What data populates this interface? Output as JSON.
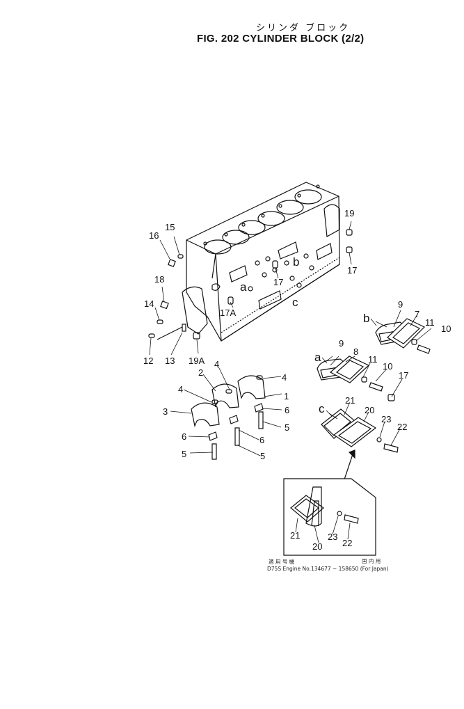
{
  "title_jp": "シリンダ ブロック",
  "title": "FIG. 202  CYLINDER BLOCK (2/2)",
  "notes": {
    "applicable_jp": "適 用 号 機",
    "japan_jp": "国 内 用",
    "applicability": "D75S Engine No.134677 ~ 158650  (For Japan)"
  },
  "callouts": {
    "c1": "1",
    "c2": "2",
    "c3": "3",
    "c4a": "4",
    "c4b": "4",
    "c4c": "4",
    "c5a": "5",
    "c5b": "5",
    "c5c": "5",
    "c6a": "6",
    "c6b": "6",
    "c6c": "6",
    "c7": "7",
    "c8": "8",
    "c9a": "9",
    "c9b": "9",
    "c10a": "10",
    "c10b": "10",
    "c11a": "11",
    "c11b": "11",
    "c12": "12",
    "c13": "13",
    "c14": "14",
    "c15": "15",
    "c16": "16",
    "c17a": "17",
    "c17b": "17",
    "c17c": "17",
    "c17A": "17A",
    "c18": "18",
    "c19": "19",
    "c19A": "19A",
    "c20a": "20",
    "c20b": "20",
    "c21a": "21",
    "c21b": "21",
    "c22a": "22",
    "c22b": "22",
    "c23a": "23",
    "c23b": "23",
    "ref_a1": "a",
    "ref_b1": "b",
    "ref_c1": "c",
    "ref_a2": "a",
    "ref_b2": "b",
    "ref_c2": "c"
  }
}
